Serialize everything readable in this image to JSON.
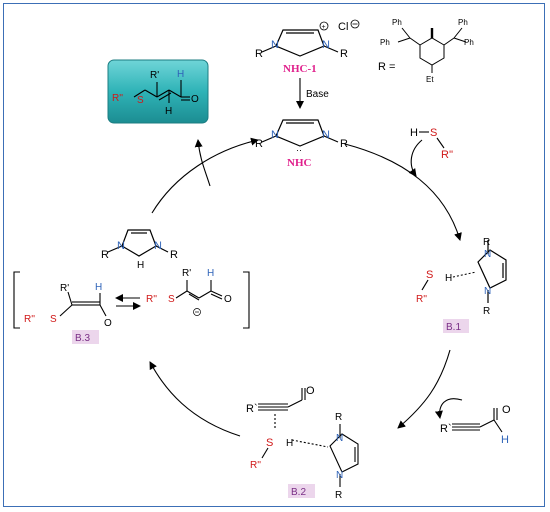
{
  "catalyst": {
    "name": "NHC-1",
    "counterion": "Cl",
    "r_equals": "R =",
    "ph": "Ph",
    "et": "Et"
  },
  "carbene": {
    "name": "NHC",
    "base_label": "Base"
  },
  "thiol": {
    "h": "H",
    "s": "S",
    "r": "R''"
  },
  "intermediates": {
    "b1": "B.1",
    "b2": "B.2",
    "b3": "B.3"
  },
  "atoms": {
    "r": "R",
    "n": "N",
    "s": "S",
    "h": "H",
    "o": "O",
    "r_prime": "R'",
    "r_double": "R''",
    "r_tick": "R`"
  },
  "product": {
    "r_prime": "R'",
    "h": "H",
    "o": "O",
    "s": "S",
    "r_double": "R''"
  },
  "colors": {
    "red": "#d01818",
    "magenta": "#e0208c",
    "blue": "#2f63b8",
    "product_box": "#2fb3b7",
    "frame": "#3c6fb6",
    "label_bg": "#ecd6ec",
    "label_text": "#7a2f86"
  }
}
